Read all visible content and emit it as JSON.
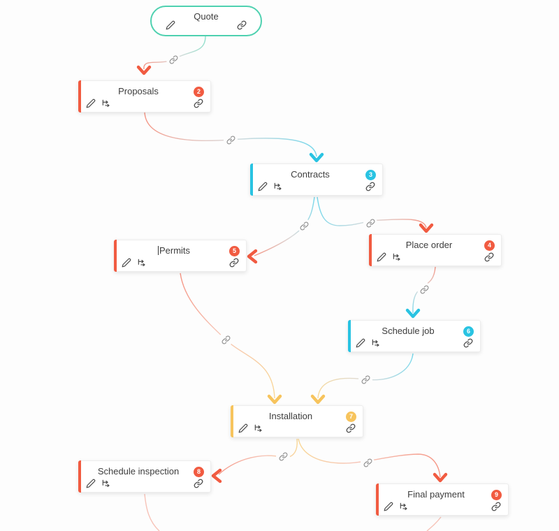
{
  "palette": {
    "teal": "#4fd1b0",
    "red": "#f15b41",
    "cyan": "#29c3e2",
    "amber": "#f7c45d",
    "connector_gray": "#c9c9c9",
    "icon_gray": "#4a4a4a",
    "card_background": "#ffffff"
  },
  "icons": {
    "pencil-icon": "edit pencil glyph",
    "branch-icon": "move-to-stage double arrow glyph",
    "link-icon": "chain link glyph",
    "connector-link-icon": "chain link glyph on connector midpoint"
  },
  "nodes": [
    {
      "id": "quote",
      "title": "Quote",
      "shape": "pill",
      "color": "teal",
      "badge": null
    },
    {
      "id": "proposals",
      "title": "Proposals",
      "shape": "card",
      "color": "red",
      "badge": "2"
    },
    {
      "id": "contracts",
      "title": "Contracts",
      "shape": "card",
      "color": "cyan",
      "badge": "3"
    },
    {
      "id": "permits",
      "title": "Permits",
      "shape": "card",
      "color": "red",
      "badge": "5",
      "editing": true
    },
    {
      "id": "place-order",
      "title": "Place order",
      "shape": "card",
      "color": "red",
      "badge": "4"
    },
    {
      "id": "schedule-job",
      "title": "Schedule job",
      "shape": "card",
      "color": "cyan",
      "badge": "6"
    },
    {
      "id": "installation",
      "title": "Installation",
      "shape": "card",
      "color": "amber",
      "badge": "7"
    },
    {
      "id": "schedule-inspection",
      "title": "Schedule inspection",
      "shape": "card",
      "color": "red",
      "badge": "8"
    },
    {
      "id": "final-payment",
      "title": "Final payment",
      "shape": "card",
      "color": "red",
      "badge": "9"
    }
  ],
  "connections": [
    {
      "from": "quote",
      "to": "proposals",
      "link_icon": true
    },
    {
      "from": "proposals",
      "to": "contracts",
      "link_icon": true
    },
    {
      "from": "contracts",
      "to": "permits",
      "link_icon": true
    },
    {
      "from": "contracts",
      "to": "place-order",
      "link_icon": true
    },
    {
      "from": "place-order",
      "to": "schedule-job",
      "link_icon": true
    },
    {
      "from": "permits",
      "to": "installation",
      "link_icon": true
    },
    {
      "from": "schedule-job",
      "to": "installation",
      "link_icon": true
    },
    {
      "from": "installation",
      "to": "schedule-inspection",
      "link_icon": true
    },
    {
      "from": "installation",
      "to": "final-payment",
      "link_icon": true
    },
    {
      "from": "schedule-inspection",
      "to": "offscreen-bottom",
      "link_icon": false
    },
    {
      "from": "final-payment",
      "to": "offscreen-bottom",
      "link_icon": false
    }
  ]
}
